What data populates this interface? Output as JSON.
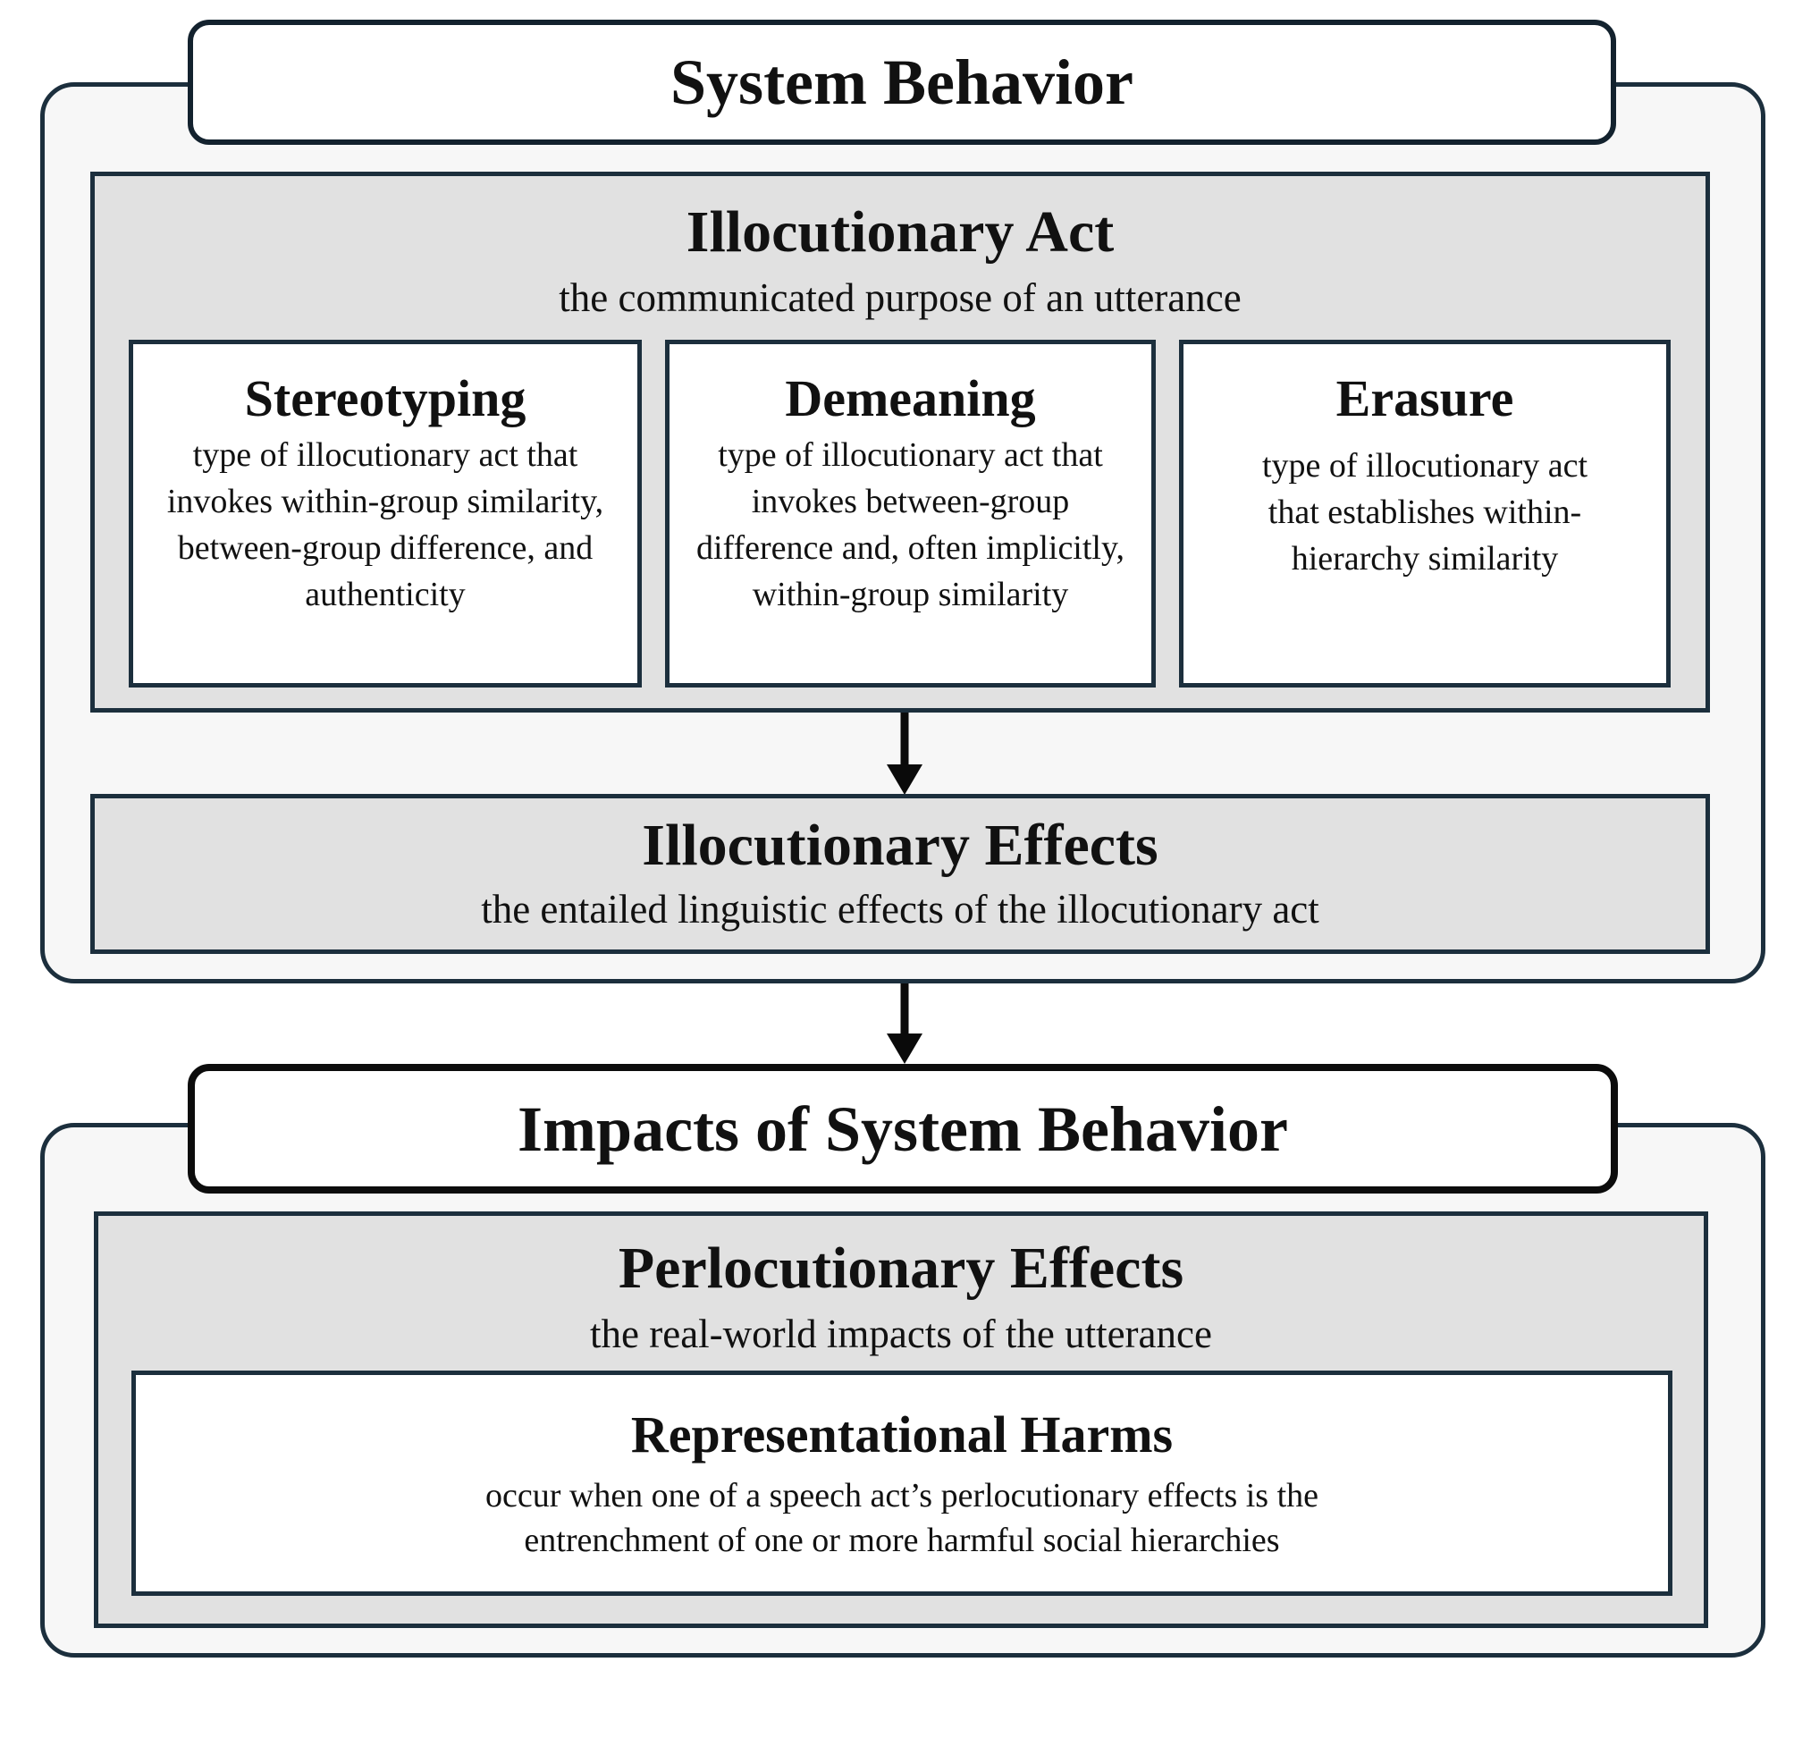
{
  "system_behavior": {
    "title": "System Behavior",
    "illocutionary_act": {
      "title": "Illocutionary Act",
      "subtitle": "the communicated purpose of an utterance",
      "types": [
        {
          "title": "Stereotyping",
          "description": "type of illocutionary act that invokes within-group similarity, between-group difference, and authenticity"
        },
        {
          "title": "Demeaning",
          "description": "type of illocutionary act that invokes between-group difference and, often implicitly, within-group similarity"
        },
        {
          "title": "Erasure",
          "description": "type of illocutionary act that establishes within-hierarchy similarity"
        }
      ]
    },
    "illocutionary_effects": {
      "title": "Illocutionary Effects",
      "subtitle": "the entailed linguistic effects of the illocutionary act"
    }
  },
  "impacts": {
    "title": "Impacts of System Behavior",
    "perlocutionary_effects": {
      "title": "Perlocutionary Effects",
      "subtitle": "the real-world impacts of the utterance",
      "representational_harms": {
        "title": "Representational Harms",
        "description": "occur when one of a speech act’s perlocutionary effects is the entrenchment of one or more harmful social hierarchies"
      }
    }
  },
  "colors": {
    "border": "#1c2f3d",
    "panel": "#f7f7f7",
    "gray_box": "#e1e1e1",
    "white_box": "#ffffff"
  },
  "icons": {
    "arrow_1": "arrow-down-icon",
    "arrow_2": "arrow-down-icon"
  }
}
